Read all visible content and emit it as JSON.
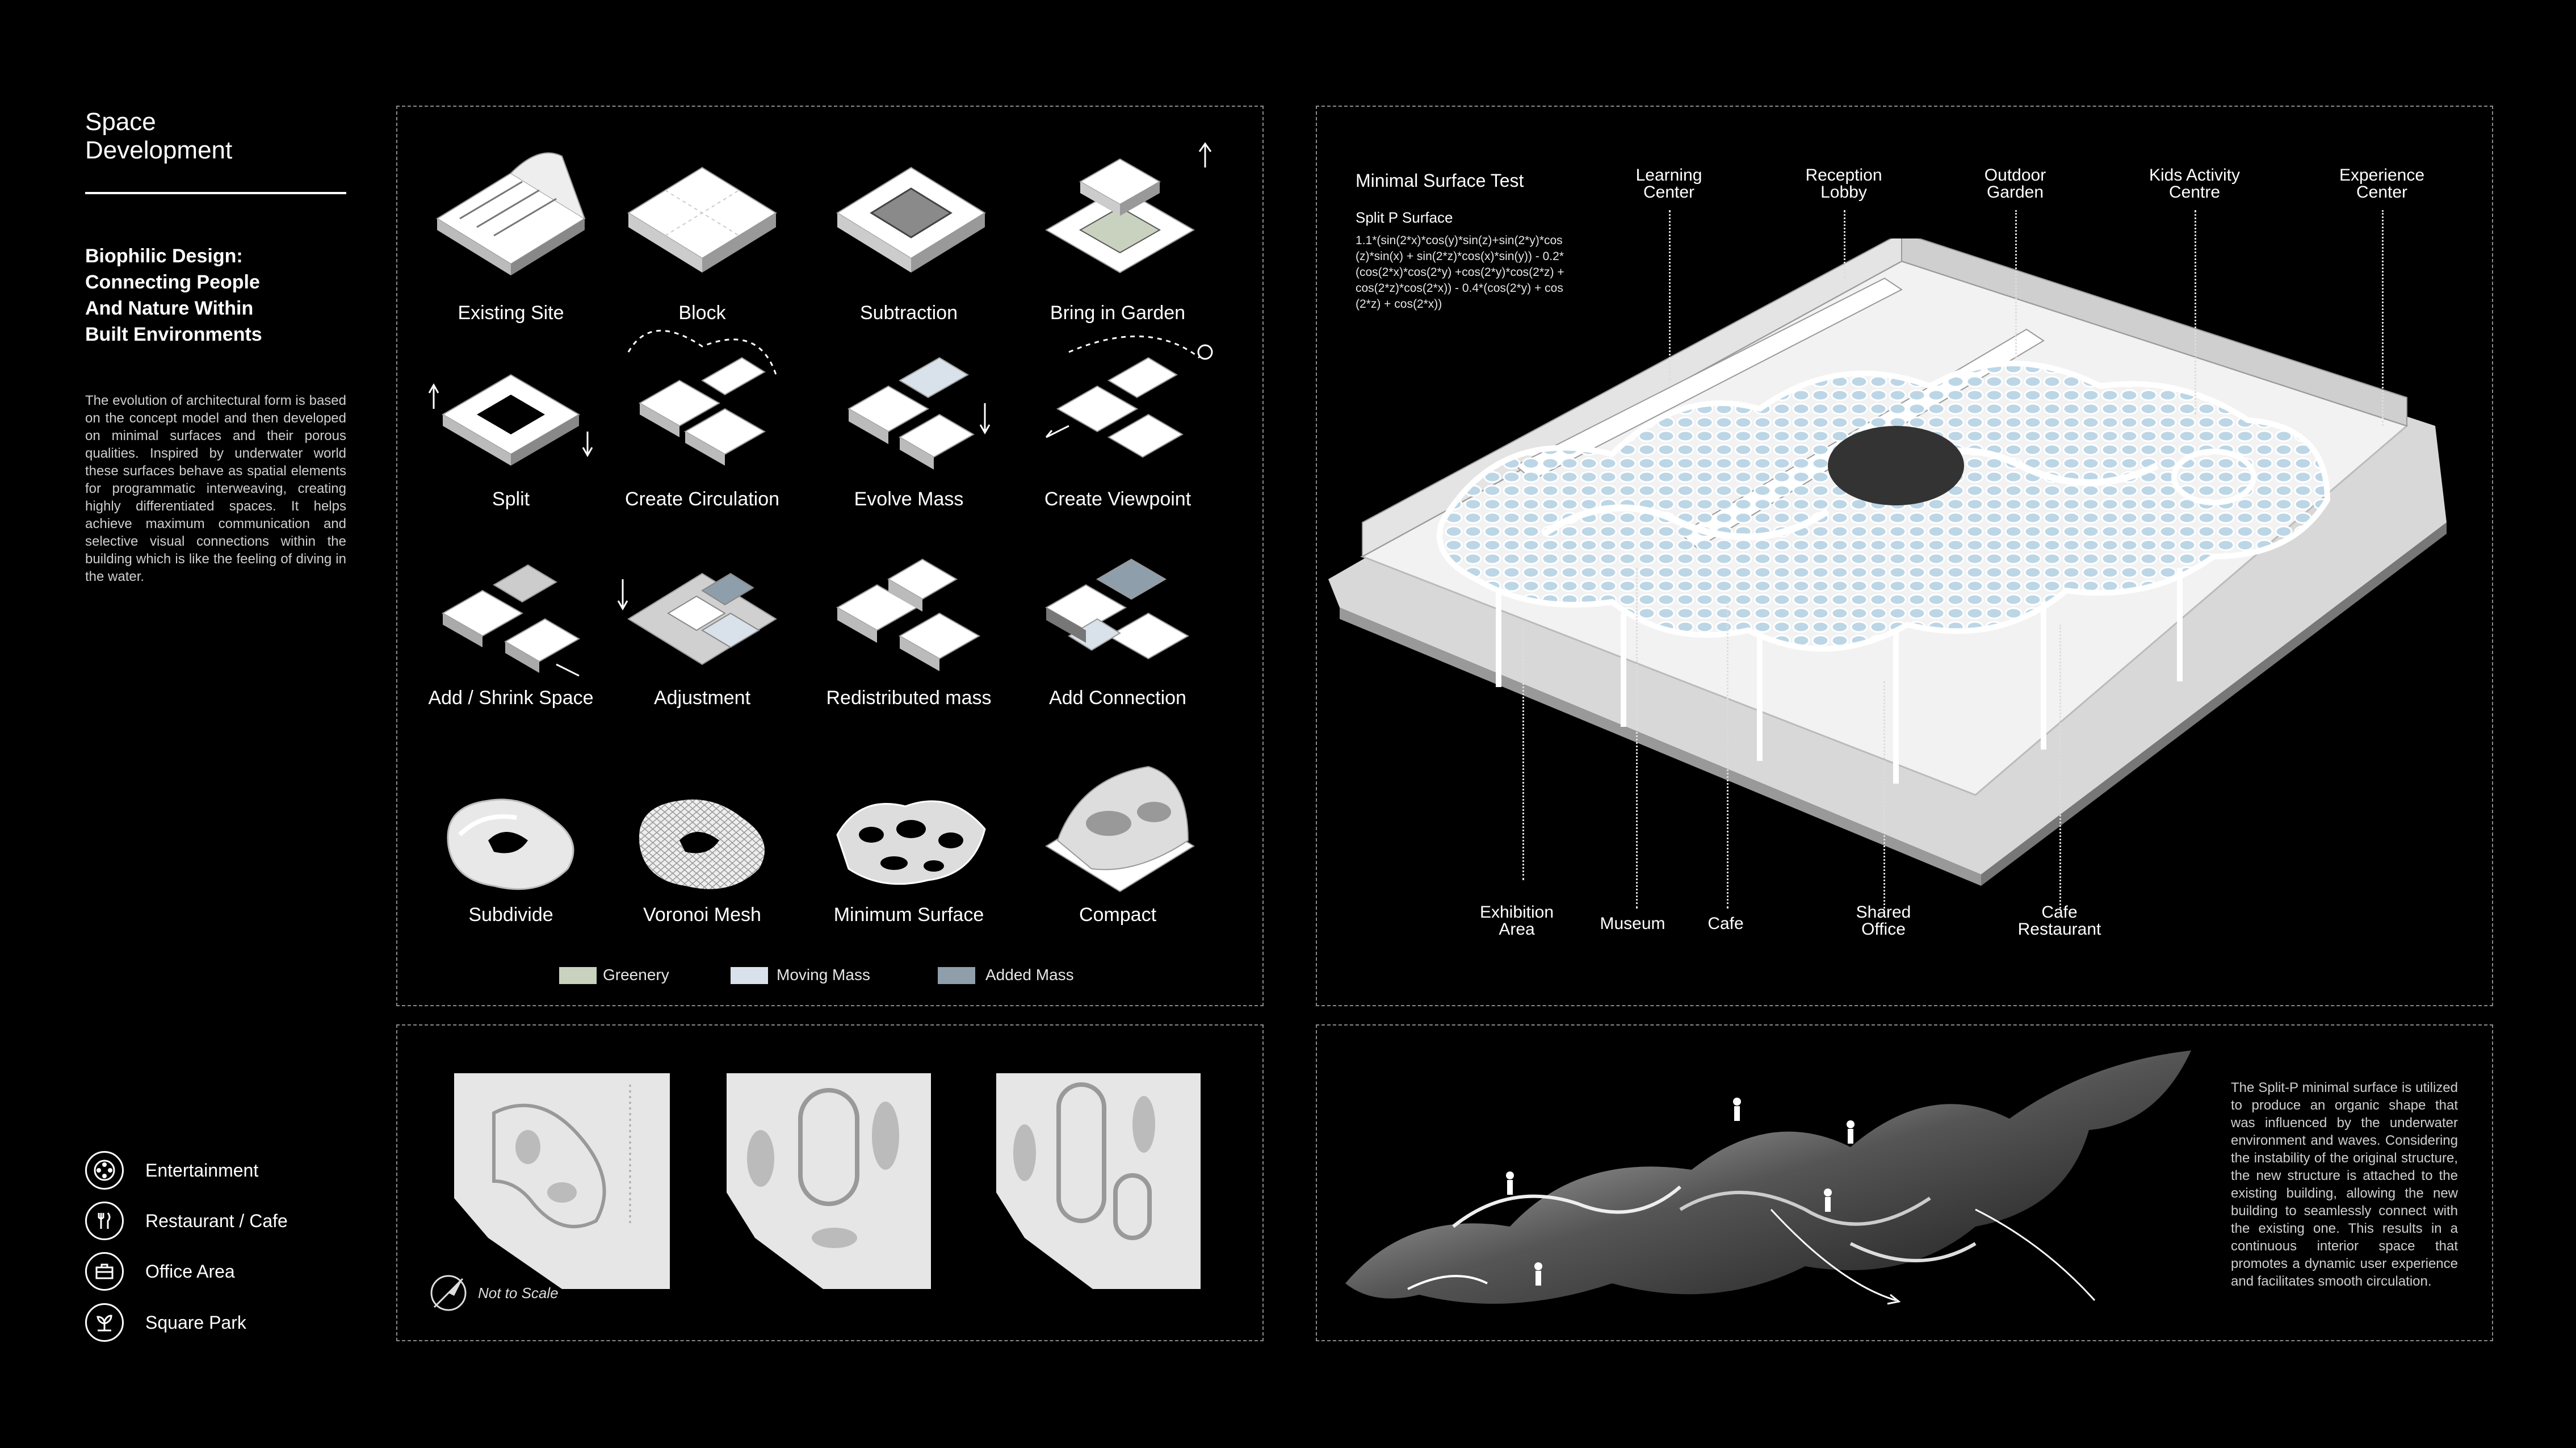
{
  "header": {
    "title": "Space\nDevelopment",
    "subtitle": "Biophilic Design:\nConnecting People\nAnd Nature Within\nBuilt Environments",
    "intro": "The evolution of architectural form is based on the concept model and then developed on minimal surfaces and their porous qualities. Inspired by underwater world these surfaces behave as spatial elements for programmatic interweaving, creating highly differentiated spaces. It helps achieve maximum communication and selective visual connections within the building which is like the feeling of diving in the water."
  },
  "program_legend": [
    {
      "label": "Entertainment",
      "icon": "film-reel-icon"
    },
    {
      "label": "Restaurant / Cafe",
      "icon": "cutlery-icon"
    },
    {
      "label": "Office Area",
      "icon": "briefcase-icon"
    },
    {
      "label": "Square Park",
      "icon": "plant-icon"
    }
  ],
  "process_steps": [
    "Existing Site",
    "Block",
    "Subtraction",
    "Bring in Garden",
    "Split",
    "Create Circulation",
    "Evolve Mass",
    "Create Viewpoint",
    "Add / Shrink Space",
    "Adjustment",
    "Redistributed mass",
    "Add Connection",
    "Subdivide",
    "Voronoi Mesh",
    "Minimum Surface",
    "Compact"
  ],
  "mass_legend": [
    {
      "label": "Greenery",
      "color": "#c9d1bf"
    },
    {
      "label": "Moving Mass",
      "color": "#d9e1ea"
    },
    {
      "label": "Added Mass",
      "color": "#8f9eab"
    }
  ],
  "plans": {
    "scale_note": "Not to Scale"
  },
  "axonometric": {
    "title": "Minimal Surface Test",
    "surface_name": "Split P Surface",
    "formula": "1.1*(sin(2*x)*cos(y)*sin(z)+sin(2*y)*cos(z)*sin(x) + sin(2*z)*cos(x)*sin(y)) - 0.2*(cos(2*x)*cos(2*y) +cos(2*y)*cos(2*z) + cos(2*z)*cos(2*x)) - 0.4*(cos(2*y) + cos(2*z) + cos(2*x))",
    "top_labels": [
      "Learning\nCenter",
      "Reception\nLobby",
      "Outdoor\nGarden",
      "Kids Activity\nCentre",
      "Experience\nCenter"
    ],
    "bottom_labels": [
      "Exhibition\nArea",
      "Museum",
      "Cafe",
      "Shared\nOffice",
      "Cafe\nRestaurant"
    ]
  },
  "surface_study": {
    "description": "The Split-P minimal surface is utilized to produce an organic shape that was influenced by the underwater environment and waves. Considering the instability of the original structure, the new structure is attached to the existing building, allowing the new building to seamlessly connect with the existing one. This results in a continuous interior space that promotes a dynamic user experience and facilitates smooth circulation."
  }
}
